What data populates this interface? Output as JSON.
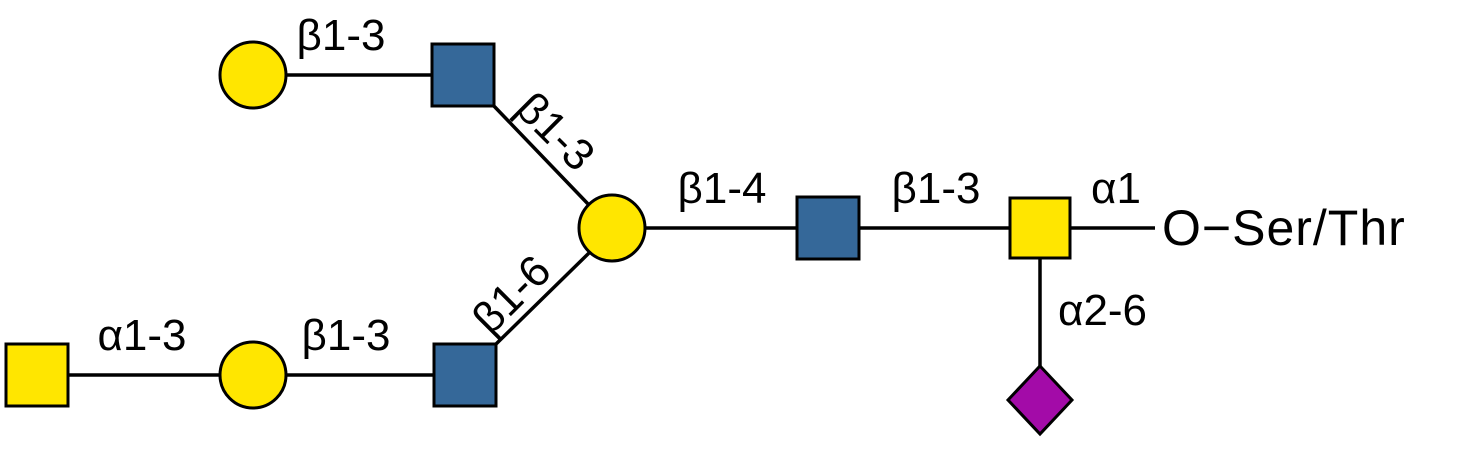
{
  "diagram": {
    "type": "glycan-structure",
    "colors": {
      "yellow": "#FFE600",
      "blue": "#356899",
      "purple": "#A30BA8",
      "outline": "#000000"
    },
    "nodes": [
      {
        "id": "gal-circle-terminal-upper",
        "shape": "circle",
        "color": "yellow"
      },
      {
        "id": "glcnac-square-upper",
        "shape": "square",
        "color": "blue"
      },
      {
        "id": "galnac-square-terminal-lower",
        "shape": "square",
        "color": "yellow"
      },
      {
        "id": "gal-circle-lower",
        "shape": "circle",
        "color": "yellow"
      },
      {
        "id": "glcnac-square-lower",
        "shape": "square",
        "color": "blue"
      },
      {
        "id": "gal-circle-core",
        "shape": "circle",
        "color": "yellow"
      },
      {
        "id": "glcnac-square-core",
        "shape": "square",
        "color": "blue"
      },
      {
        "id": "galnac-square-core",
        "shape": "square",
        "color": "yellow"
      },
      {
        "id": "neu5ac-diamond",
        "shape": "diamond",
        "color": "purple"
      }
    ],
    "linkage_labels": {
      "top_left": "β1-3",
      "upper_branch": "β1-3",
      "lower_branch": "β1-6",
      "bottom_far_left": "α1-3",
      "bottom_left": "β1-3",
      "core_left": "β1-4",
      "core_right": "β1-3",
      "anchor": "α1",
      "sialic": "α2-6"
    },
    "attachment_text": "O−Ser/Thr"
  }
}
